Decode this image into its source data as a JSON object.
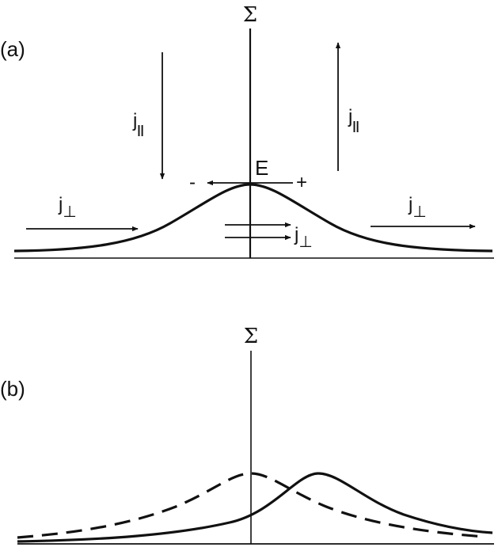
{
  "panel_a": {
    "label": "(a)",
    "sigma": "Σ",
    "field_label": "E",
    "minus": "-",
    "plus": "+",
    "j_parallel_left": {
      "base": "j",
      "sub": "||"
    },
    "j_parallel_right": {
      "base": "j",
      "sub": "||"
    },
    "j_perp_left": {
      "base": "j",
      "sub": "⊥"
    },
    "j_perp_center": {
      "base": "j",
      "sub": "⊥"
    },
    "j_perp_right": {
      "base": "j",
      "sub": "⊥"
    }
  },
  "panel_b": {
    "label": "(b)",
    "sigma": "Σ",
    "curves": [
      {
        "style": "dashed",
        "name": ""
      },
      {
        "style": "solid",
        "name": ""
      }
    ]
  },
  "colors": {
    "ink": "#111111",
    "background": "#ffffff"
  }
}
